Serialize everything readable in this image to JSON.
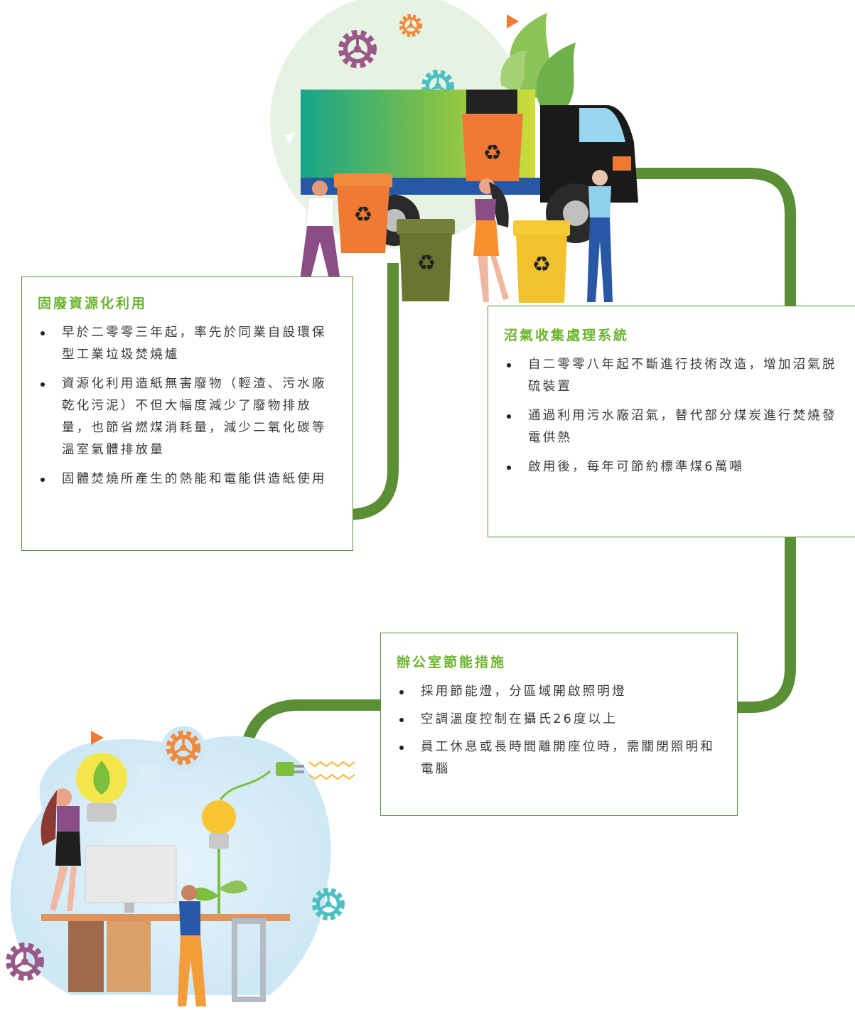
{
  "colors": {
    "heading": "#6bb42d",
    "path": "#5b8f35",
    "border": "#5a8f3a",
    "text": "#3a3a3a"
  },
  "icons": [
    "recycle-icon",
    "gear-icon",
    "light-bulb-icon",
    "plug-icon",
    "play-triangle-icon"
  ],
  "sections": [
    {
      "title": "固廢資源化利用",
      "items": [
        "早於二零零三年起，率先於同業自設環保型工業垃圾焚燒爐",
        "資源化利用造紙無害廢物（輕渣、污水廠乾化污泥）不但大幅度減少了廢物排放量，也節省燃煤消耗量，減少二氧化碳等溫室氣體排放量",
        "固體焚燒所產生的熱能和電能供造紙使用"
      ]
    },
    {
      "title": "沼氣收集處理系統",
      "items": [
        "自二零零八年起不斷進行技術改造，增加沼氣脱硫裝置",
        "通過利用污水廠沼氣，替代部分煤炭進行焚燒發電供熱",
        "啟用後，每年可節約標準煤6萬噸"
      ]
    },
    {
      "title": "辦公室節能措施",
      "items": [
        "採用節能燈，分區域開啟照明燈",
        "空調溫度控制在攝氏26度以上",
        "員工休息或長時間離開座位時，需關閉照明和電腦"
      ]
    }
  ]
}
